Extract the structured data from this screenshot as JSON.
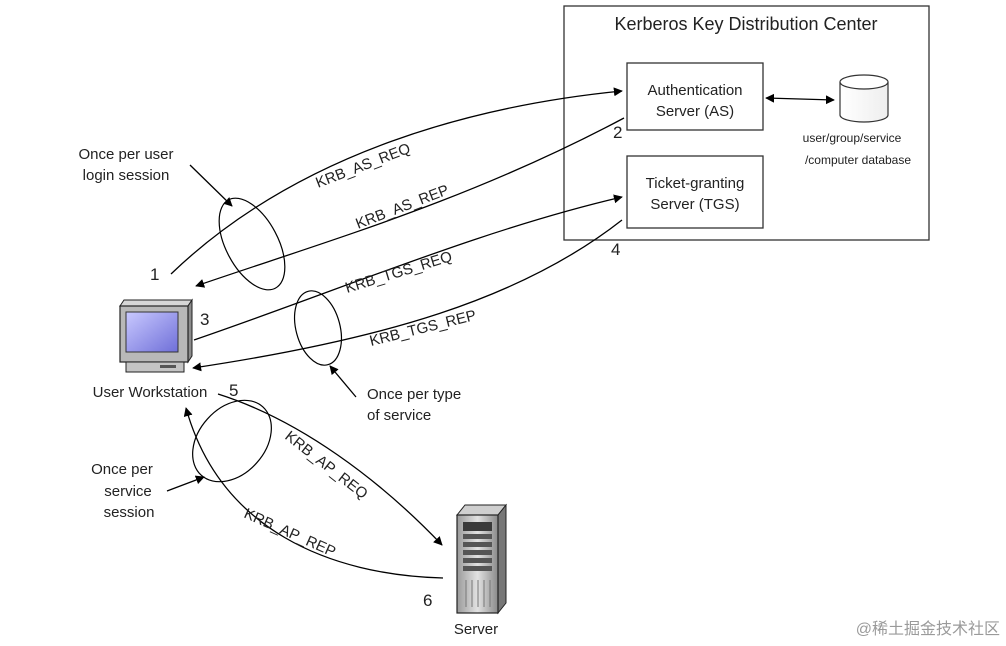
{
  "kdc": {
    "title": "Kerberos Key Distribution Center",
    "as_line1": "Authentication",
    "as_line2": "Server (AS)",
    "tgs_line1": "Ticket-granting",
    "tgs_line2": "Server (TGS)",
    "db_line1": "user/group/service",
    "db_line2": "/computer database"
  },
  "workstation": {
    "label": "User Workstation"
  },
  "server": {
    "label": "Server"
  },
  "messages": {
    "as_req": "KRB_AS_REQ",
    "as_rep": "KRB_AS_REP",
    "tgs_req": "KRB_TGS_REQ",
    "tgs_rep": "KRB_TGS_REP",
    "ap_req": "KRB_AP_REQ",
    "ap_rep": "KRB_AP_REP"
  },
  "steps": [
    "1",
    "2",
    "3",
    "4",
    "5",
    "6"
  ],
  "notes": {
    "login_line1": "Once per user",
    "login_line2": "login session",
    "type_line1": "Once per type",
    "type_line2": "of service",
    "session_line1": "Once per",
    "session_line2": "service",
    "session_line3": "session"
  },
  "watermark": "@稀土掘金技术社区"
}
